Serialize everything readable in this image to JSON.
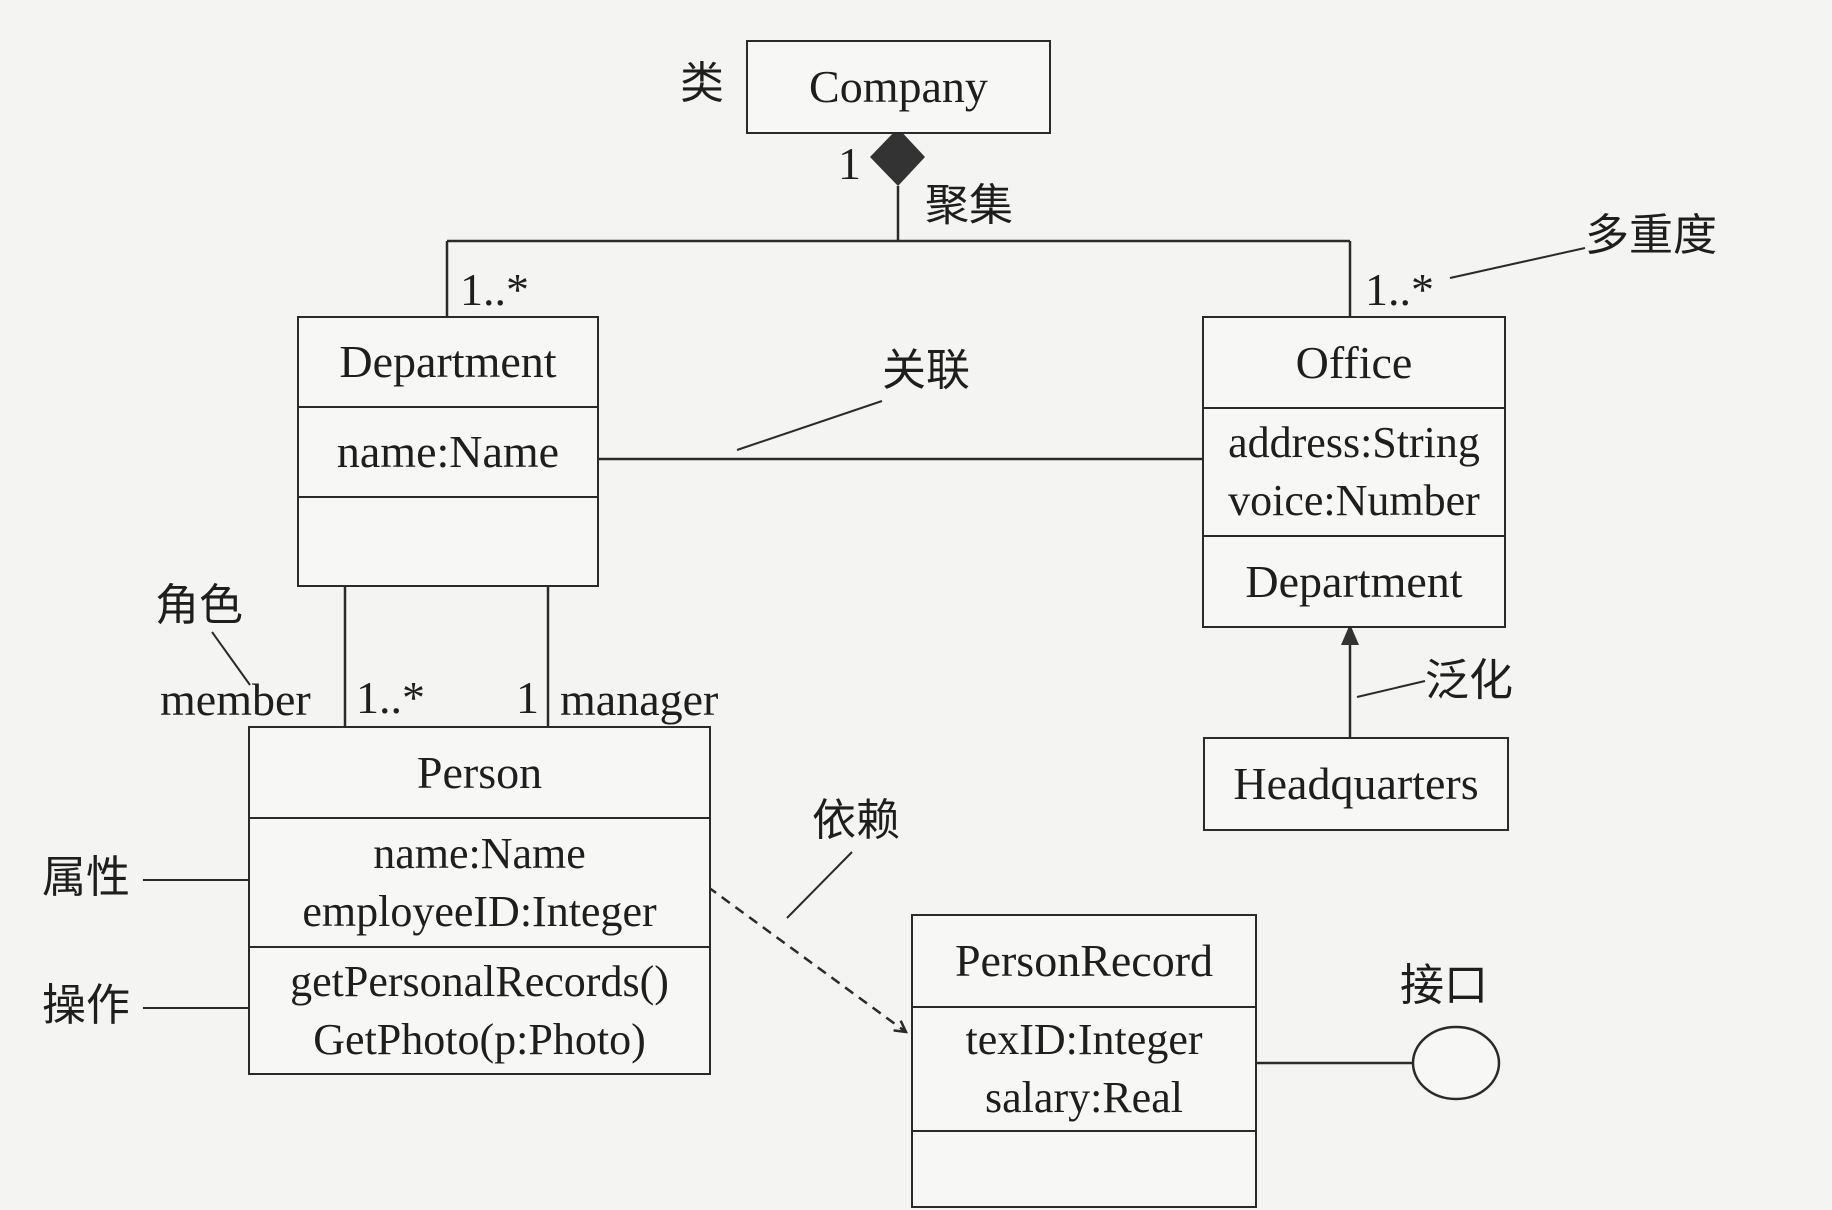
{
  "classes": {
    "company": {
      "name": "Company"
    },
    "department": {
      "name": "Department",
      "attributes": [
        "name:Name"
      ],
      "operations": []
    },
    "office": {
      "name": "Office",
      "attributes": [
        "address:String",
        "voice:Number"
      ],
      "operations": [
        "Department"
      ]
    },
    "headquarters": {
      "name": "Headquarters"
    },
    "person": {
      "name": "Person",
      "attributes": [
        "name:Name",
        "employeeID:Integer"
      ],
      "operations": [
        "getPersonalRecords()",
        "GetPhoto(p:Photo)"
      ]
    },
    "person_record": {
      "name": "PersonRecord",
      "attributes": [
        "texID:Integer",
        "salary:Real"
      ],
      "operations": []
    }
  },
  "multiplicities": {
    "company_end": "1",
    "department_end": "1..*",
    "office_end": "1..*",
    "member_end": "1..*",
    "manager_end": "1"
  },
  "roles": {
    "member": "member",
    "manager": "manager"
  },
  "annotations": {
    "class": "类",
    "aggregation": "聚集",
    "multiplicity": "多重度",
    "association": "关联",
    "role": "角色",
    "generalization": "泛化",
    "dependency": "依赖",
    "attribute": "属性",
    "operation": "操作",
    "interface": "接口"
  },
  "colors": {
    "line": "#2a2a2a",
    "background": "#f4f4f2"
  }
}
